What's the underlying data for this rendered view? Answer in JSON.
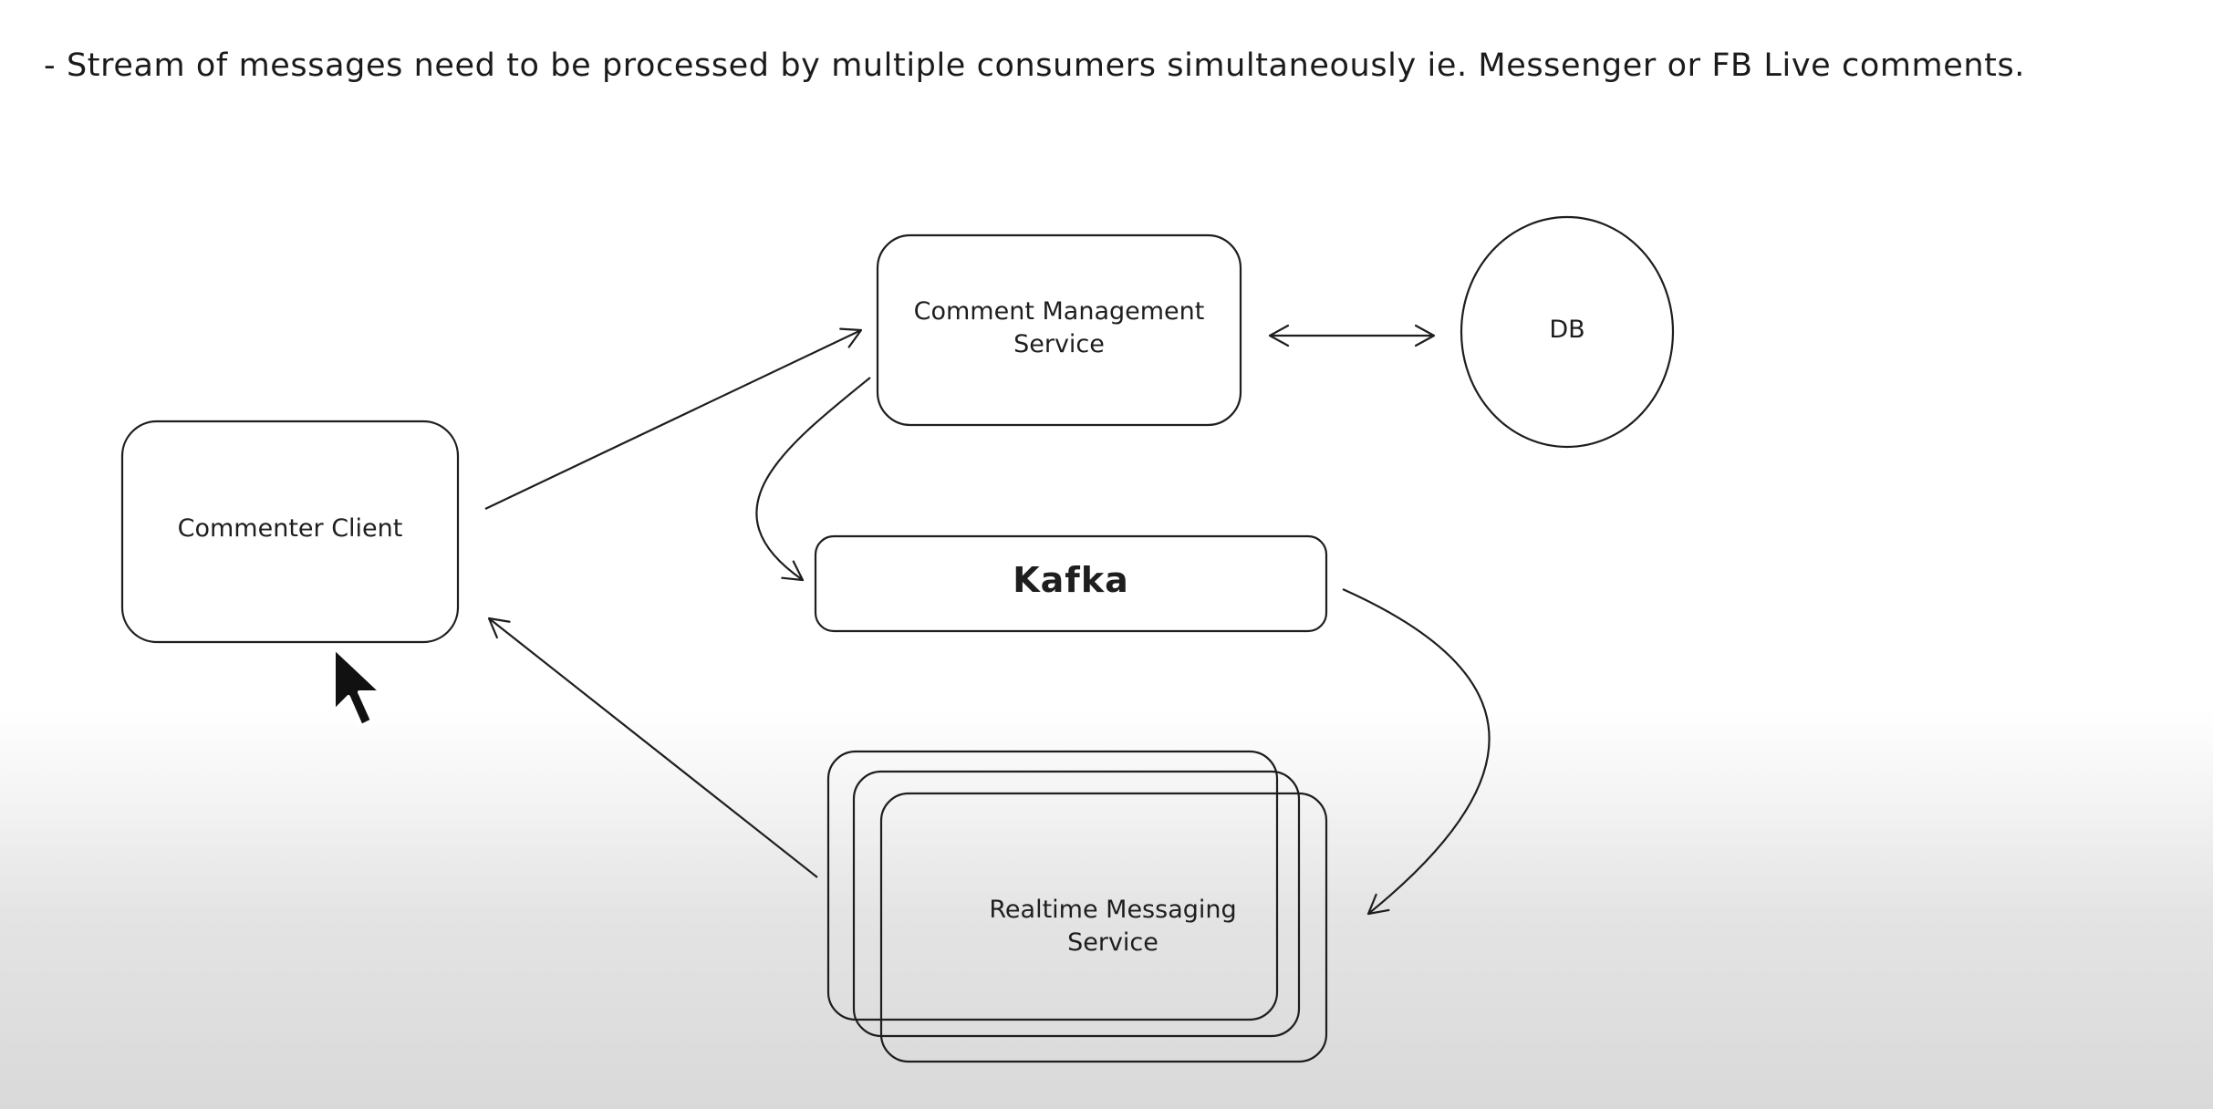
{
  "heading": "- Stream of messages need to be processed by multiple consumers simultaneously ie. Messenger or FB Live comments.",
  "nodes": {
    "commenter_client": {
      "label": "Commenter Client"
    },
    "comment_management": {
      "line1": "Comment Management",
      "line2": "Service"
    },
    "db": {
      "label": "DB"
    },
    "kafka": {
      "label": "Kafka"
    },
    "realtime_messaging": {
      "line1": "Realtime Messaging",
      "line2": "Service"
    }
  },
  "icons": {
    "cursor": "mouse-pointer-icon"
  },
  "colors": {
    "stroke": "#1e1e1e",
    "background": "#ffffff",
    "bottom_shade": "#d9d9d9"
  }
}
